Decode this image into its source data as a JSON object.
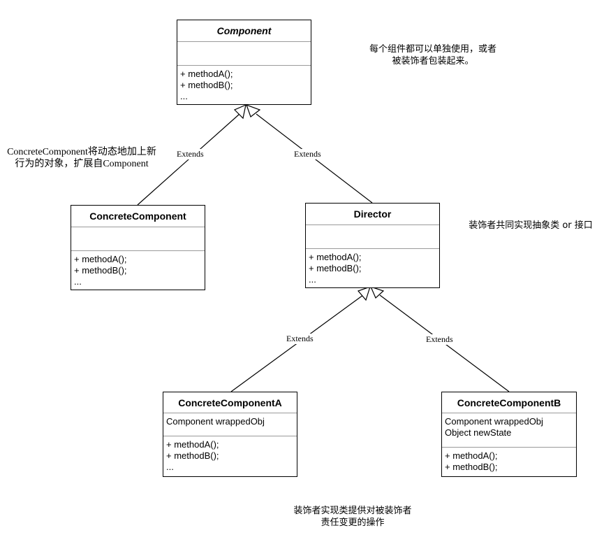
{
  "classes": {
    "component": {
      "name": "Component",
      "attributes": [],
      "methods": [
        "+ methodA();",
        "+ methodB();",
        "..."
      ]
    },
    "concrete_component": {
      "name": "ConcreteComponent",
      "attributes": [],
      "methods": [
        "+ methodA();",
        "+ methodB();",
        "..."
      ]
    },
    "director": {
      "name": "Director",
      "attributes": [],
      "methods": [
        "+ methodA();",
        "+ methodB();",
        "..."
      ]
    },
    "concrete_component_a": {
      "name": "ConcreteComponentA",
      "attributes": [
        "Component wrappedObj"
      ],
      "methods": [
        "+ methodA();",
        "+ methodB();",
        "..."
      ]
    },
    "concrete_component_b": {
      "name": "ConcreteComponentB",
      "attributes": [
        "Component wrappedObj",
        "Object newState"
      ],
      "methods": [
        "+ methodA();",
        "+ methodB();"
      ]
    }
  },
  "edges": {
    "concrete_to_component": "Extends",
    "director_to_component": "Extends",
    "a_to_director": "Extends",
    "b_to_director": "Extends"
  },
  "notes": {
    "component_note": [
      "每个组件都可以单独使用，或者",
      "被装饰者包装起来。"
    ],
    "concrete_component_note": [
      "ConcreteComponent将动态地加上新",
      "行为的对象，扩展自Component"
    ],
    "director_note": "装饰者共同实现抽象类 or 接口",
    "bottom_note": [
      "装饰者实现类提供对被装饰者",
      "责任变更的操作"
    ]
  },
  "colors": {
    "stroke": "#000000",
    "divider": "#9a9a9a",
    "background": "#ffffff"
  }
}
